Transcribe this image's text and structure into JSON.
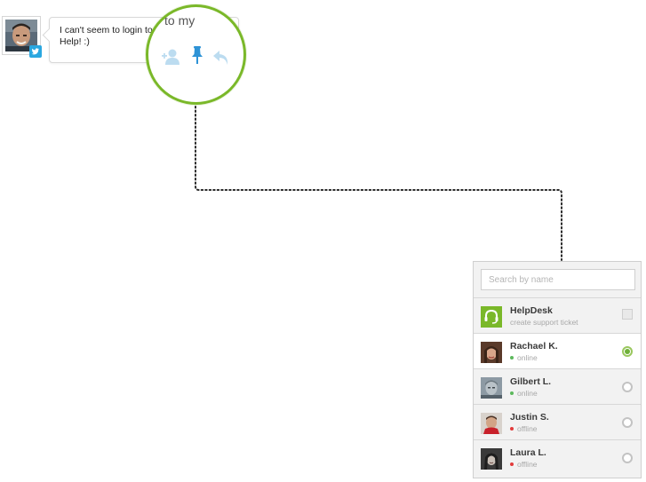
{
  "tweet": {
    "text": "I can't seem to login to my account! Help! :)",
    "network_icon": "twitter-icon"
  },
  "zoom": {
    "text": "to my",
    "actions": [
      {
        "name": "add-user-icon",
        "color": "#bcdcf0"
      },
      {
        "name": "pin-icon",
        "color": "#2e93d6"
      },
      {
        "name": "reply-icon",
        "color": "#bcdcf0"
      }
    ]
  },
  "colors": {
    "accent_green": "#7ab829",
    "online": "#5cb85c",
    "offline": "#e23b3b",
    "twitter": "#2aa7e0"
  },
  "assign_panel": {
    "search_placeholder": "Search by name",
    "items": [
      {
        "name": "HelpDesk",
        "subtitle": "create support ticket",
        "type": "helpdesk",
        "icon": "headset-icon"
      },
      {
        "name": "Rachael K.",
        "status": "online",
        "selected": true
      },
      {
        "name": "Gilbert L.",
        "status": "online",
        "selected": false
      },
      {
        "name": "Justin S.",
        "status": "offline",
        "selected": false
      },
      {
        "name": "Laura L.",
        "status": "offline",
        "selected": false
      }
    ]
  }
}
